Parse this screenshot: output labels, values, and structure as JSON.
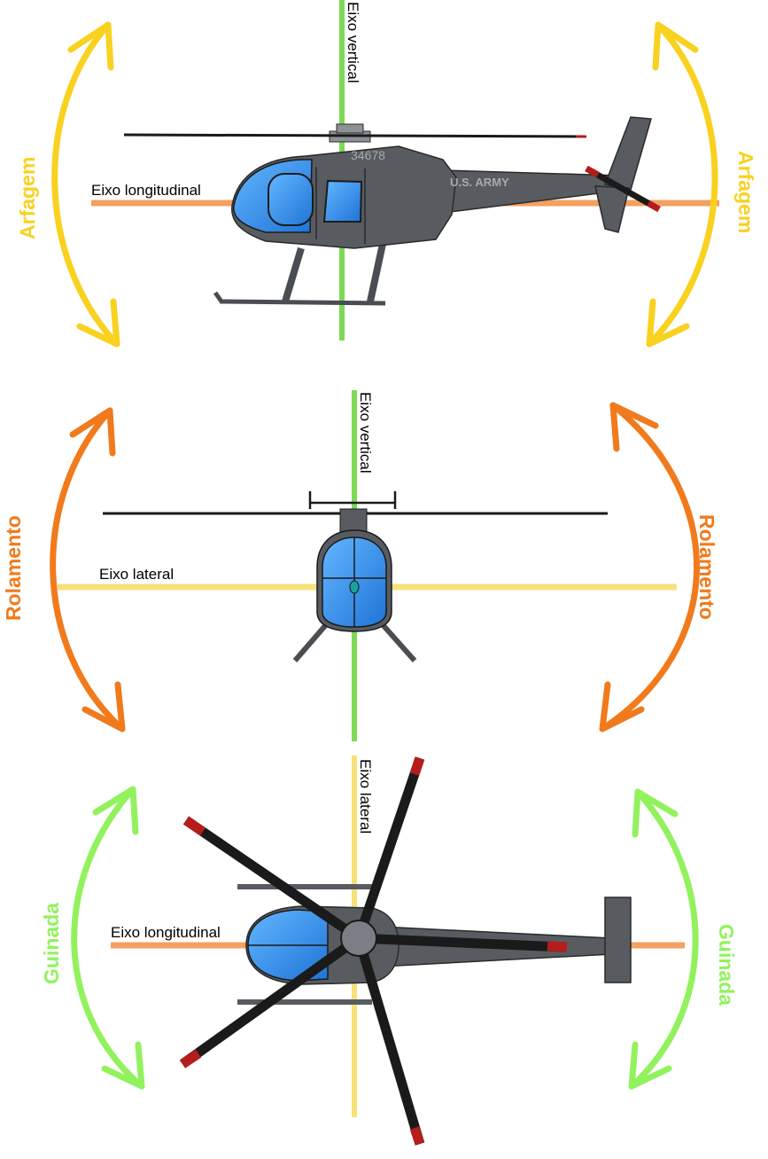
{
  "colors": {
    "vertical_axis": "#7ed957",
    "longitudinal_axis": "#f4a060",
    "lateral_axis": "#f7e27a",
    "pitch_arrow": "#f9d11f",
    "roll_arrow": "#f07a1c",
    "yaw_arrow": "#92f25e",
    "fuselage": "#585c61",
    "canopy": "#2e8de8",
    "rotor_blade": "#1a1a1a",
    "blade_tip": "#b51c1c"
  },
  "side_view": {
    "vertical_axis_label": "Eixo vertical",
    "longitudinal_axis_label": "Eixo longitudinal",
    "rotation_label_left": "Arfagem",
    "rotation_label_right": "Arfagem",
    "tail_number": "34678",
    "marking": "U.S. ARMY"
  },
  "front_view": {
    "vertical_axis_label": "Eixo vertical",
    "lateral_axis_label": "Eixo lateral",
    "rotation_label_left": "Rolamento",
    "rotation_label_right": "Rolamento"
  },
  "top_view": {
    "lateral_axis_label": "Eixo lateral",
    "longitudinal_axis_label": "Eixo longitudinal",
    "rotation_label_left": "Guinada",
    "rotation_label_right": "Guinada"
  }
}
